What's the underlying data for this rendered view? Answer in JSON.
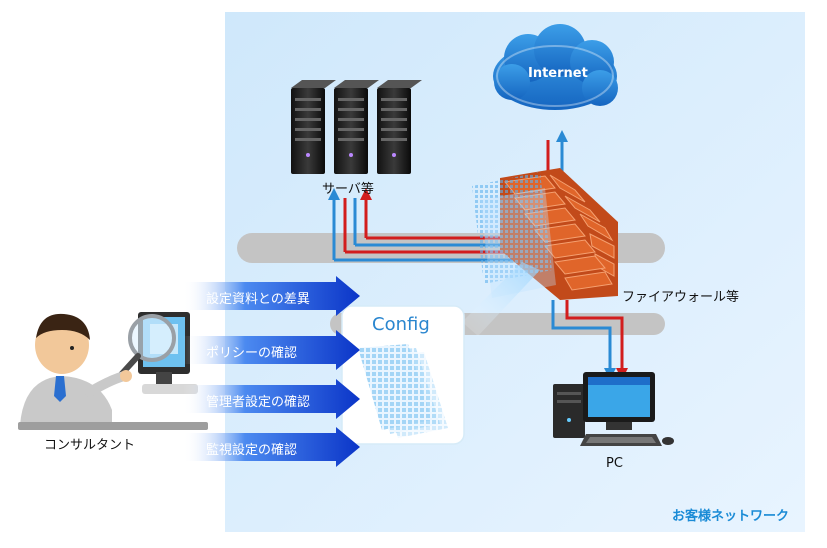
{
  "network": {
    "label": "お客様ネットワーク"
  },
  "internet": {
    "label": "Internet"
  },
  "servers": {
    "label": "サーバ等"
  },
  "firewall": {
    "label": "ファイアウォール等"
  },
  "pc": {
    "label": "PC"
  },
  "consultant": {
    "label": "コンサルタント"
  },
  "config": {
    "label": "Config"
  },
  "checks": [
    {
      "label": "設定資料との差異"
    },
    {
      "label": "ポリシーの確認"
    },
    {
      "label": "管理者設定の確認"
    },
    {
      "label": "監視設定の確認"
    }
  ],
  "colors": {
    "network_bg": "#dcefff",
    "flow_blue": "#2a8ad4",
    "flow_red": "#d21d1d",
    "check_arrow": "#1f5ad6",
    "firewall_brick": "#e0652a"
  }
}
